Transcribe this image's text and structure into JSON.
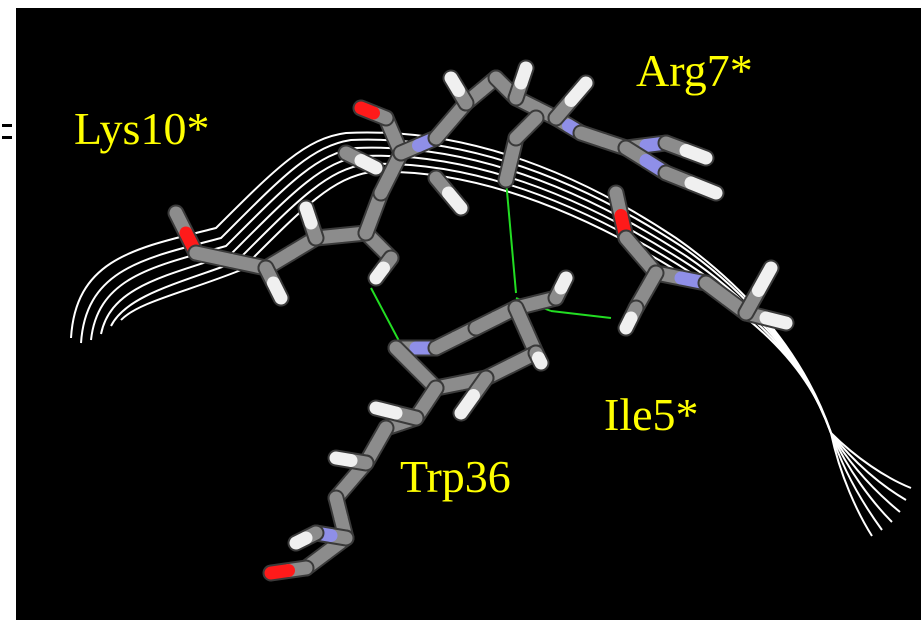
{
  "labels": {
    "lys": "Lys10*",
    "arg": "Arg7*",
    "ile": "Ile5*",
    "trp": "Trp36"
  },
  "colors": {
    "background": "#000000",
    "label": "#ffff00",
    "carbon": "#8c8c8c",
    "hydrogen": "#f0f0f0",
    "nitrogen": "#8f8fe8",
    "oxygen": "#ff1a1a",
    "ribbon": "#ffffff",
    "contact": "#22dd22"
  }
}
